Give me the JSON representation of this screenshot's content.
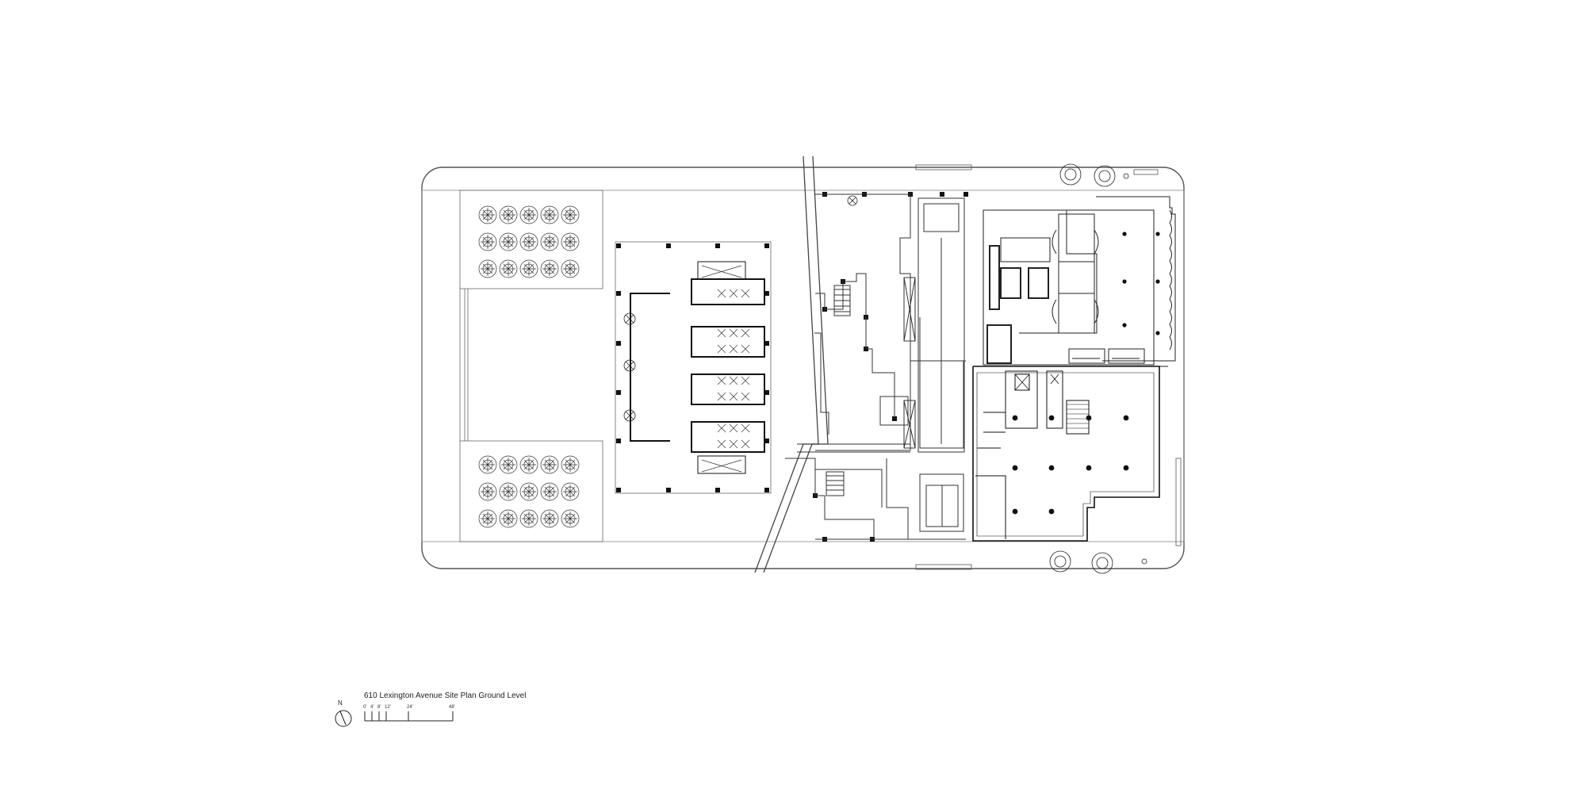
{
  "drawing": {
    "title": "610 Lexington Avenue Site Plan Ground Level"
  },
  "north_arrow": {
    "label": "N",
    "icon": "north-arrow-icon"
  },
  "scale_bar": {
    "ticks": [
      "0'",
      "4'",
      "8'",
      "12'",
      "24'",
      "48'"
    ]
  },
  "colors": {
    "line": "#3a3a3a",
    "wall": "#111111",
    "background": "#ffffff"
  }
}
